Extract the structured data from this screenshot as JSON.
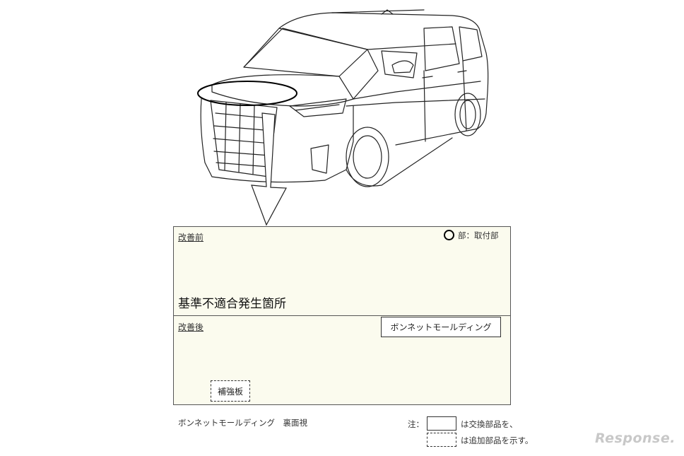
{
  "panel": {
    "before_label": "改善前",
    "after_label": "改善後",
    "legend_mount": "部：取付部"
  },
  "labels": {
    "defect_location": "基準不適合発生箇所",
    "bonnet_molding": "ボンネットモールディング",
    "reinforcement": "補強板",
    "caption": "ボンネットモールディング　裏面視"
  },
  "notes": {
    "prefix": "注：",
    "replaced": "は交換部品を、",
    "added": "は追加部品を示す。"
  },
  "watermark": "Response."
}
